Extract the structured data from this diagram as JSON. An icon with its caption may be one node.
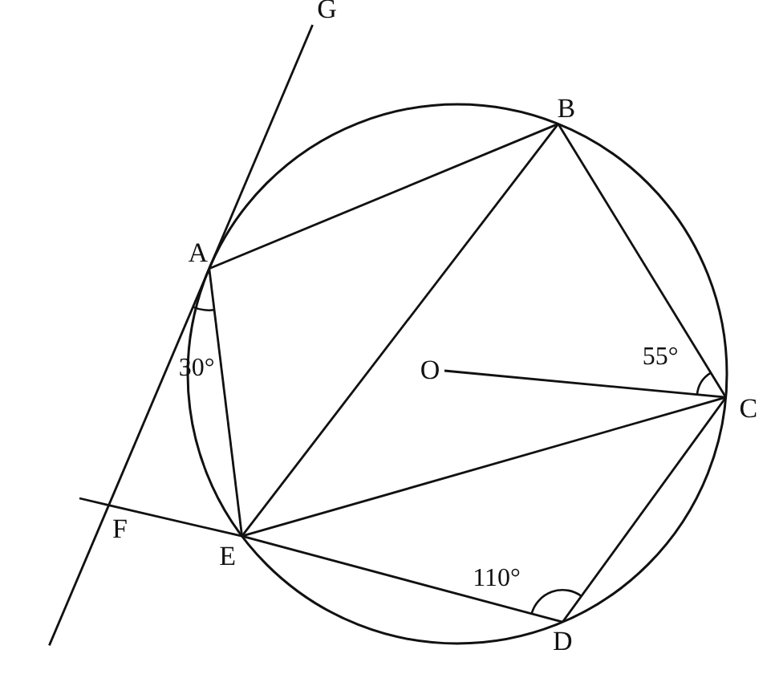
{
  "diagram": {
    "nodes": [
      {
        "text": [
          "G"
        ]
      },
      {
        "text": [
          "B"
        ]
      },
      {
        "text": [
          "A"
        ]
      },
      {
        "text": [
          "O"
        ]
      },
      {
        "text": [
          "C"
        ]
      },
      {
        "text": [
          "F"
        ]
      },
      {
        "text": [
          "E"
        ]
      },
      {
        "text": [
          "D"
        ]
      }
    ],
    "edges": [
      {
        "from": 0,
        "to": 2,
        "arrow": "none"
      },
      {
        "from": 2,
        "to": 5,
        "arrow": "none"
      },
      {
        "from": 5,
        "to": null,
        "arrow": "none"
      },
      {
        "from": 2,
        "to": 1,
        "arrow": "none"
      },
      {
        "from": 1,
        "to": 4,
        "arrow": "none"
      },
      {
        "from": 4,
        "to": 7,
        "arrow": "none"
      },
      {
        "from": 7,
        "to": 6,
        "arrow": "none"
      },
      {
        "from": 6,
        "to": 2,
        "arrow": "none"
      },
      {
        "from": 6,
        "to": 1,
        "arrow": "none"
      },
      {
        "from": 6,
        "to": 4,
        "arrow": "none"
      },
      {
        "from": 3,
        "to": 4,
        "arrow": "none"
      },
      {
        "from": 6,
        "to": 5,
        "arrow": "none"
      },
      {
        "from": 5,
        "to": null,
        "arrow": "none"
      }
    ],
    "labels": [
      "30°",
      "55°",
      "110°"
    ]
  }
}
